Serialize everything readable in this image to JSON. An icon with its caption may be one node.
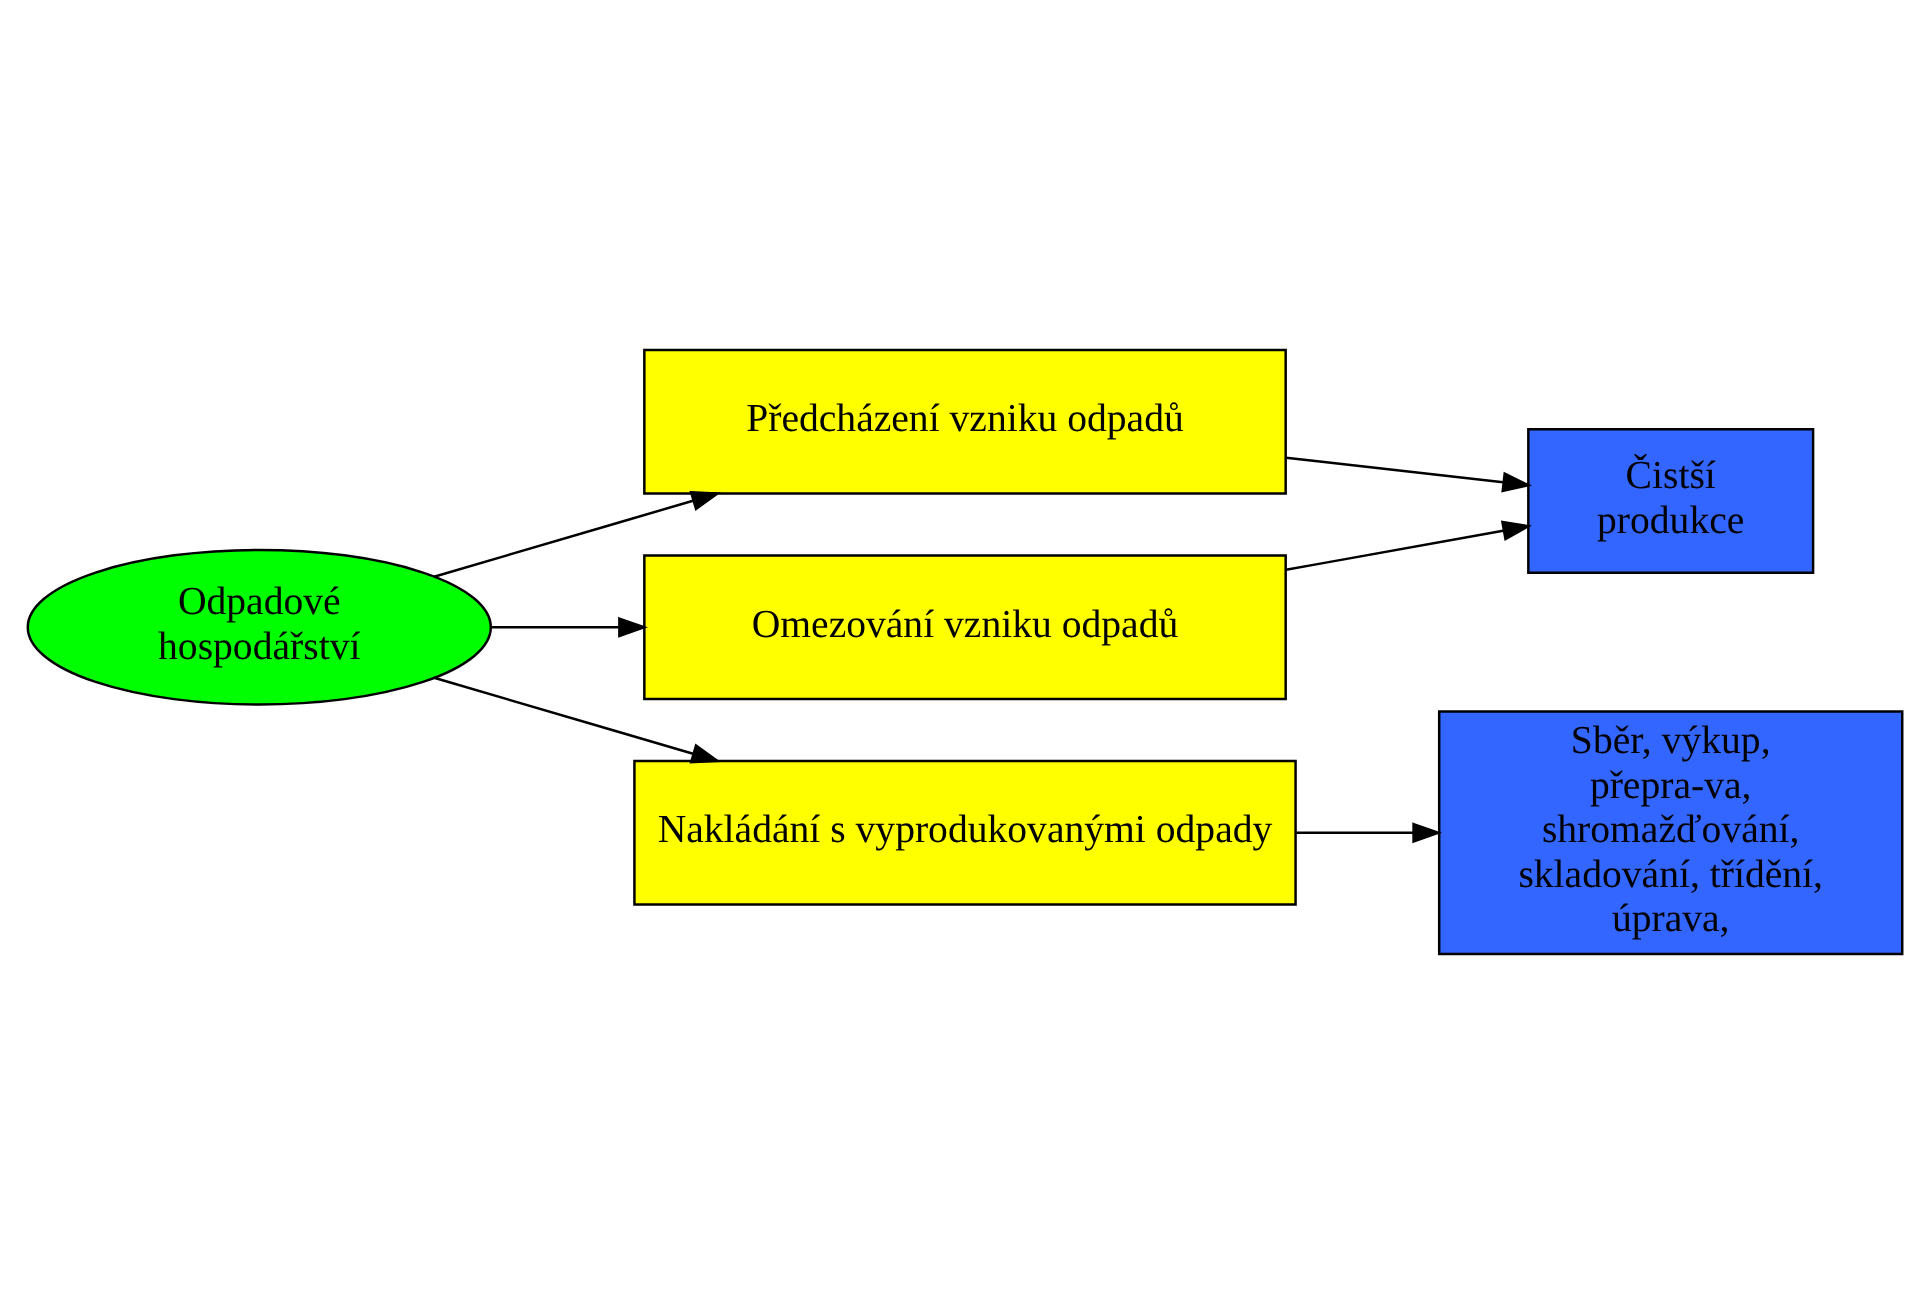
{
  "diagram": {
    "nodes": [
      {
        "text": [
          "Odpadové hospodářství"
        ]
      },
      {
        "text": [
          "Předcházení vzniku odpadů"
        ]
      },
      {
        "text": [
          "Omezování vzniku odpadů"
        ]
      },
      {
        "text": [
          "Nakládání s vyprodukovanými odpady"
        ]
      },
      {
        "text": [
          "Čistší produkce"
        ]
      },
      {
        "text": [
          "Sběr, výkup, přepra-va, shromažďování, skladování, třídění, úprava,"
        ]
      }
    ],
    "edges": [
      {
        "from": 0,
        "to": 1,
        "arrow": "to"
      },
      {
        "from": 0,
        "to": 2,
        "arrow": "to"
      },
      {
        "from": 0,
        "to": 3,
        "arrow": "to"
      },
      {
        "from": 1,
        "to": 4,
        "arrow": "to"
      },
      {
        "from": 2,
        "to": 4,
        "arrow": "to"
      },
      {
        "from": 3,
        "to": 5,
        "arrow": "to"
      }
    ]
  }
}
